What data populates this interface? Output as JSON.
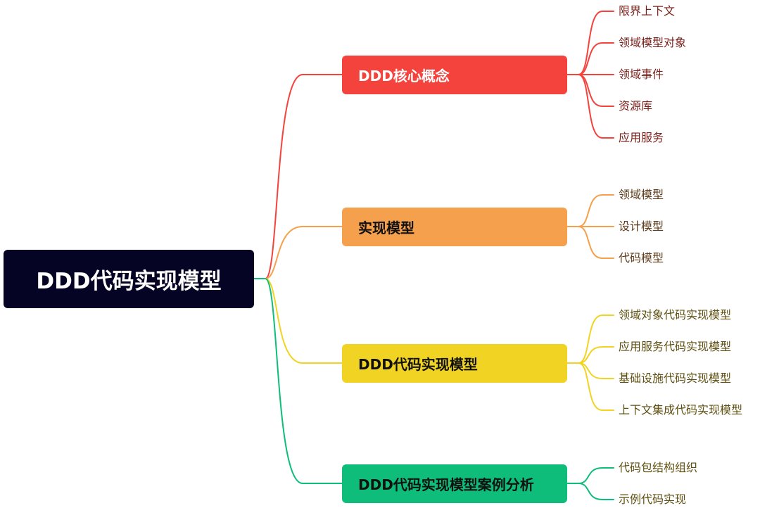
{
  "root": {
    "label": "DDD代码实现模型",
    "color": "#060424"
  },
  "branches": [
    {
      "label": "DDD核心概念",
      "color": "#f4433c",
      "text_color": "#ffffff",
      "leaf_color": "#7a1f19",
      "leaves": [
        "限界上下文",
        "领域模型对象",
        "领域事件",
        "资源库",
        "应用服务"
      ]
    },
    {
      "label": "实现模型",
      "color": "#f5a04c",
      "text_color": "#111111",
      "leaf_color": "#5e3b19",
      "leaves": [
        "领域模型",
        "设计模型",
        "代码模型"
      ]
    },
    {
      "label": "DDD代码实现模型",
      "color": "#f1d423",
      "text_color": "#111111",
      "leaf_color": "#5e4f10",
      "leaves": [
        "领域对象代码实现模型",
        "应用服务代码实现模型",
        "基础设施代码实现模型",
        "上下文集成代码实现模型"
      ]
    },
    {
      "label": "DDD代码实现模型案例分析",
      "color": "#0ebd7a",
      "text_color": "#111111",
      "leaf_color": "#5e4f10",
      "leaves": [
        "代码包结构组织",
        "示例代码实现"
      ]
    }
  ]
}
